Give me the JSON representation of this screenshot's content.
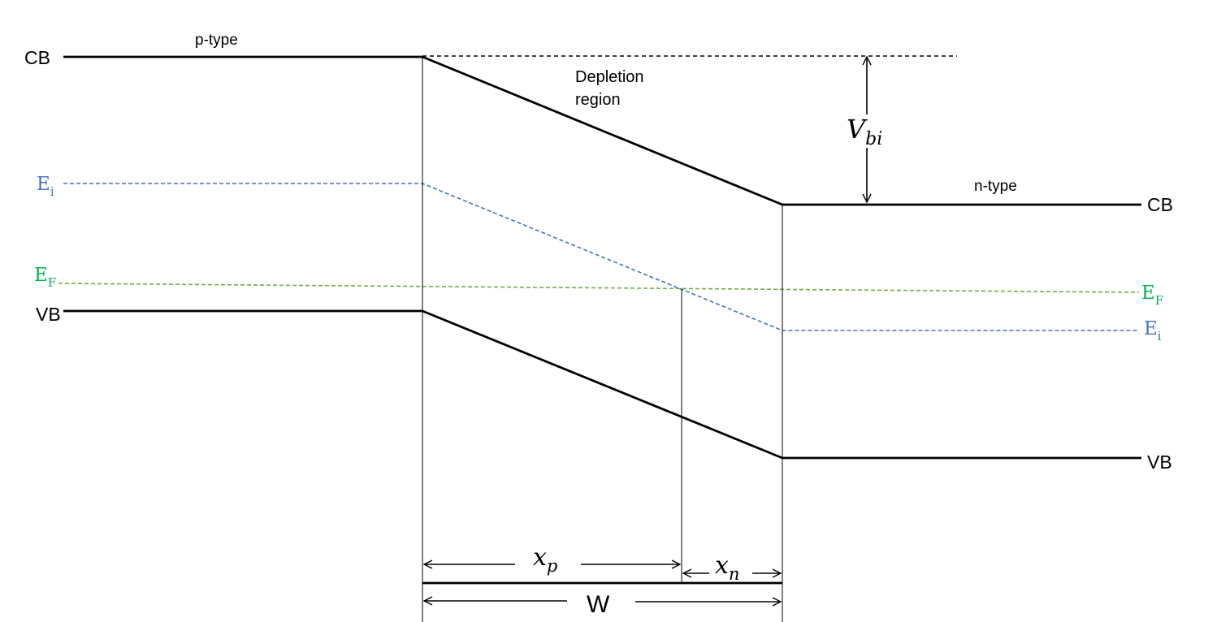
{
  "labels": {
    "p_type": "p-type",
    "n_type": "n-type",
    "depletion_line1": "Depletion",
    "depletion_line2": "region",
    "cb_left": "CB",
    "cb_right": "CB",
    "vb_left": "VB",
    "vb_right": "VB",
    "ei_left_main": "E",
    "ei_left_sub": "i",
    "ei_right_main": "E",
    "ei_right_sub": "i",
    "ef_left_main": "E",
    "ef_left_sub": "F",
    "ef_right_main": "E",
    "ef_right_sub": "F",
    "vbi_main": "V",
    "vbi_sub": "bi",
    "xp_main": "x",
    "xp_sub": "p",
    "xn_main": "x",
    "xn_sub": "n",
    "w": "W"
  },
  "colors": {
    "band_lines": "#000000",
    "intrinsic_level": "#4472c4",
    "fermi_level": "#70ad47",
    "ef_label": "#00b050",
    "ei_label": "#4472c4"
  }
}
